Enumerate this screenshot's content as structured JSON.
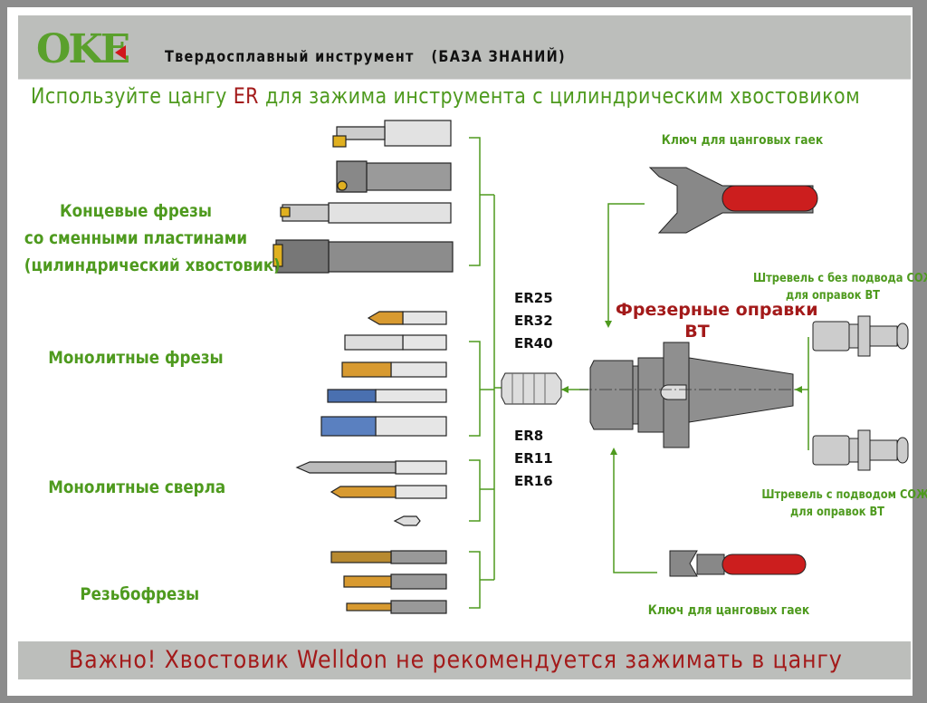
{
  "header": {
    "logo": "OKE",
    "title": "Твердосплавный инструмент   (БАЗА ЗНАНИЙ)"
  },
  "subtitle": {
    "before": "Используйте цангу ",
    "highlight": "ER",
    "after": " для зажима инструмента с цилиндрическим хвостовиком"
  },
  "groups": [
    {
      "lines": [
        "Концевые фрезы",
        "со сменными пластинами",
        "(цилиндрический хвостовик)"
      ]
    },
    {
      "lines": [
        "Монолитные фрезы"
      ]
    },
    {
      "lines": [
        "Монолитные сверла"
      ]
    },
    {
      "lines": [
        "Резьбофрезы"
      ]
    }
  ],
  "collet_sizes_top": [
    "ER25",
    "ER32",
    "ER40"
  ],
  "collet_sizes_bottom": [
    "ER8",
    "ER11",
    "ER16"
  ],
  "holder": {
    "lines": [
      "Фрезерные оправки",
      "BT"
    ]
  },
  "wrench_top": "Ключ для цанговых гаек",
  "wrench_bottom": "Ключ для цанговых гаек",
  "pull_stud_top": [
    "Штревель с без подвода СОЖ",
    "для оправок  BT"
  ],
  "pull_stud_bottom": [
    "Штревель с подводом СОЖ",
    "для оправок  BT"
  ],
  "footer": "Важно! Хвостовик Welldon не рекомендуется зажимать в цангу",
  "colors": {
    "green": "#4e9a1e",
    "red": "#a31a1a",
    "gray": "#bcbebb"
  }
}
